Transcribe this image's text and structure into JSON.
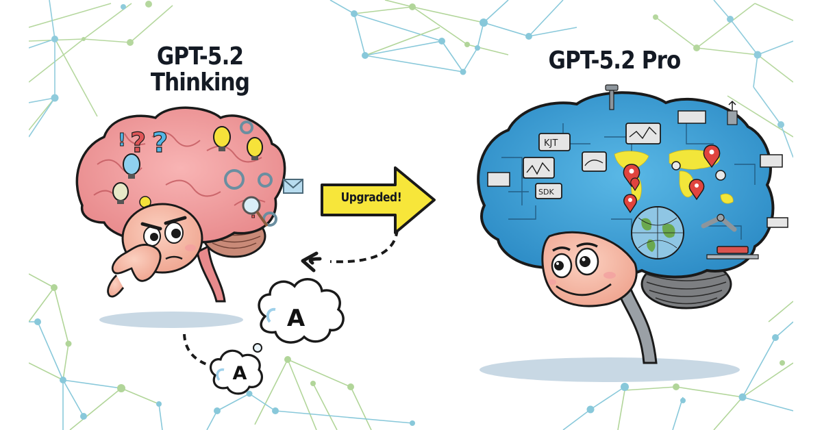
{
  "left_panel": {
    "title_line1": "GPT-5.2",
    "title_line2": "Thinking",
    "character": "confused-pink-brain",
    "thought_bubbles": [
      {
        "size": "large",
        "letter": "A"
      },
      {
        "size": "small",
        "letter": "A"
      }
    ]
  },
  "right_panel": {
    "title": "GPT-5.2 Pro",
    "character": "happy-blue-tech-brain",
    "brain_contents": [
      "world-map",
      "location-pins",
      "charts",
      "circuits",
      "robot-arm",
      "globe"
    ],
    "screen_labels": [
      "KJT",
      "SDK"
    ]
  },
  "connector": {
    "label": "Upgraded!",
    "arrow_color": "#f7e63a",
    "dashed_return_arrow": true
  },
  "colors": {
    "title_text": "#141a24",
    "left_brain": "#ef9a9a",
    "right_brain": "#3fa3d8",
    "shadow": "#c8d8e4",
    "network_blue": "#7cc3d6",
    "network_green": "#a9d18e"
  }
}
